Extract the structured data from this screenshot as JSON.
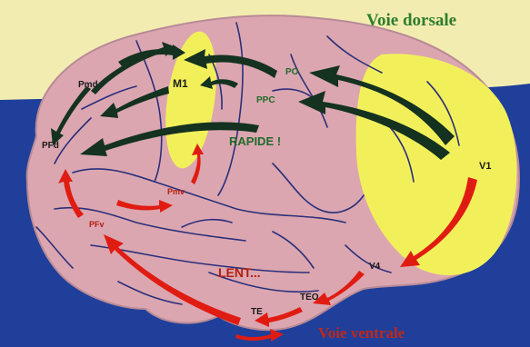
{
  "titles": {
    "dorsal": "Voie dorsale",
    "ventral": "Voie ventrale"
  },
  "labels": {
    "pmd": "Pmd",
    "m1": "M1",
    "po": "PO",
    "ppc": "PPC",
    "pfd": "PFd",
    "rapide": "RAPIDE !",
    "v1": "V1",
    "pmv": "Pmv",
    "pfv": "PFv",
    "lent": "LENT...",
    "v4": "V4",
    "teo": "TEO",
    "te": "TE"
  },
  "colors": {
    "background_top": "#f3ecb0",
    "background_bottom": "#1f3f9a",
    "brain": "#dba6b0",
    "highlight": "#f2f05a",
    "dorsal_arrow": "#14321f",
    "ventral_arrow": "#e01c12",
    "sulci": "#2b2f7a",
    "dorsal_title": "#2e7d2e",
    "ventral_title": "#c0281a",
    "label_dark": "#1a1a1a",
    "label_green": "#1f6b2a",
    "label_red": "#b3200f"
  }
}
